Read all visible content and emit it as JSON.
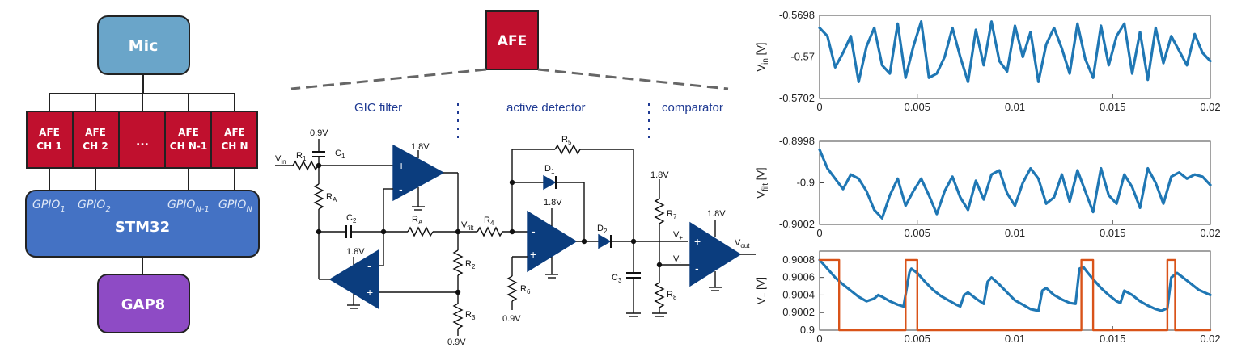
{
  "block_diagram": {
    "mic": "Mic",
    "afe_channels": [
      {
        "line1": "AFE",
        "line2": "CH  1"
      },
      {
        "line1": "AFE",
        "line2": "CH  2"
      },
      {
        "line1": "...",
        "line2": ""
      },
      {
        "line1": "AFE",
        "line2": "CH N-1"
      },
      {
        "line1": "AFE",
        "line2": "CH  N"
      }
    ],
    "gpio_labels": [
      "GPIO",
      "GPIO",
      "GPIO",
      "GPIO"
    ],
    "gpio_subscripts": [
      "1",
      "2",
      "N-1",
      "N"
    ],
    "mcu": "STM32",
    "gap": "GAP8",
    "colors": {
      "mic": "#6aa5c9",
      "afe": "#c0102e",
      "mcu": "#4472c4",
      "gap": "#8e4bc5"
    }
  },
  "circuit": {
    "afe_title": "AFE",
    "sections": [
      "GIC filter",
      "active detector",
      "comparator"
    ],
    "labels": {
      "vin": "V",
      "vin_sub": "in",
      "r1": "R",
      "r1_sub": "1",
      "c1": "C",
      "c1_sub": "1",
      "v09_top": "0.9V",
      "ra1": "R",
      "ra1_sub": "A",
      "ra2": "R",
      "ra2_sub": "A",
      "c2": "C",
      "c2_sub": "2",
      "op1_supply": "1.8V",
      "op2_supply": "1.8V",
      "op3_supply": "1.8V",
      "op4_supply": "1.8V",
      "r2": "R",
      "r2_sub": "2",
      "r3": "R",
      "r3_sub": "3",
      "v09_r3": "0.9V",
      "vfilt": "V",
      "vfilt_sub": "filt",
      "r4": "R",
      "r4_sub": "4",
      "r5": "R",
      "r5_sub": "5",
      "d1": "D",
      "d1_sub": "1",
      "d2": "D",
      "d2_sub": "2",
      "r6": "R",
      "r6_sub": "6",
      "v09_r6": "0.9V",
      "c3": "C",
      "c3_sub": "3",
      "r7": "R",
      "r7_sub": "7",
      "r7_supply": "1.8V",
      "r8": "R",
      "r8_sub": "8",
      "vplus": "V",
      "vplus_sub": "+",
      "vminus": "V",
      "vminus_sub": "-",
      "vout": "V",
      "vout_sub": "out"
    },
    "colors": {
      "opamp": "#0b3d7e",
      "afe": "#c0102e",
      "text": "#1f3a93"
    }
  },
  "chart_data": [
    {
      "type": "line",
      "ylabel": "V",
      "ylabel_sub": "in",
      "ylabel_unit": "[V]",
      "xlim": [
        0,
        0.02
      ],
      "ylim": [
        -0.5702,
        -0.5698
      ],
      "yticks": [
        "-0.5698",
        "-0.57",
        "-0.5702"
      ],
      "xticks": [
        "0",
        "0.005",
        "0.01",
        "0.015",
        "0.02"
      ],
      "series": [
        {
          "color": "#1f77b4",
          "x": [
            0.0,
            0.0004,
            0.0008,
            0.0012,
            0.0016,
            0.002,
            0.0024,
            0.0028,
            0.0032,
            0.0036,
            0.004,
            0.0044,
            0.0048,
            0.0052,
            0.0056,
            0.006,
            0.0064,
            0.0068,
            0.0072,
            0.0076,
            0.008,
            0.0084,
            0.0088,
            0.0092,
            0.0096,
            0.01,
            0.0104,
            0.0108,
            0.0112,
            0.0116,
            0.012,
            0.0124,
            0.0128,
            0.0132,
            0.0136,
            0.014,
            0.0144,
            0.0148,
            0.0152,
            0.0156,
            0.016,
            0.0164,
            0.0168,
            0.0172,
            0.0176,
            0.018,
            0.0184,
            0.0188,
            0.0192,
            0.0196,
            0.02
          ],
          "y": [
            -0.56986,
            -0.5699,
            -0.57005,
            -0.56998,
            -0.5699,
            -0.57012,
            -0.56995,
            -0.56986,
            -0.57004,
            -0.57008,
            -0.56984,
            -0.5701,
            -0.56995,
            -0.56983,
            -0.5701,
            -0.57008,
            -0.57,
            -0.56986,
            -0.57,
            -0.57012,
            -0.56987,
            -0.57004,
            -0.56983,
            -0.57002,
            -0.57007,
            -0.56985,
            -0.57,
            -0.56988,
            -0.57012,
            -0.56994,
            -0.56986,
            -0.56996,
            -0.57008,
            -0.56984,
            -0.57001,
            -0.5701,
            -0.56985,
            -0.57004,
            -0.5699,
            -0.56984,
            -0.57008,
            -0.56988,
            -0.57011,
            -0.56986,
            -0.57003,
            -0.5699,
            -0.56997,
            -0.57004,
            -0.56989,
            -0.56998,
            -0.57002
          ]
        }
      ]
    },
    {
      "type": "line",
      "ylabel": "V",
      "ylabel_sub": "filt",
      "ylabel_unit": "[V]",
      "xlim": [
        0,
        0.02
      ],
      "ylim": [
        -0.9002,
        -0.8998
      ],
      "yticks": [
        "-0.8998",
        "-0.9",
        "-0.9002"
      ],
      "xticks": [
        "0",
        "0.005",
        "0.01",
        "0.015",
        "0.02"
      ],
      "series": [
        {
          "color": "#1f77b4",
          "x": [
            0.0,
            0.0004,
            0.0008,
            0.0012,
            0.0016,
            0.002,
            0.0024,
            0.0028,
            0.0032,
            0.0036,
            0.004,
            0.0044,
            0.0048,
            0.0052,
            0.0056,
            0.006,
            0.0064,
            0.0068,
            0.0072,
            0.0076,
            0.008,
            0.0084,
            0.0088,
            0.0092,
            0.0096,
            0.01,
            0.0104,
            0.0108,
            0.0112,
            0.0116,
            0.012,
            0.0124,
            0.0128,
            0.0132,
            0.0136,
            0.014,
            0.0144,
            0.0148,
            0.0152,
            0.0156,
            0.016,
            0.0164,
            0.0168,
            0.0172,
            0.0176,
            0.018,
            0.0184,
            0.0188,
            0.0192,
            0.0196,
            0.02
          ],
          "y": [
            -0.89984,
            -0.89993,
            -0.89998,
            -0.90003,
            -0.89996,
            -0.89998,
            -0.90004,
            -0.90013,
            -0.90017,
            -0.90006,
            -0.89998,
            -0.90011,
            -0.90004,
            -0.89998,
            -0.90006,
            -0.90015,
            -0.90004,
            -0.89997,
            -0.90007,
            -0.90013,
            -0.89999,
            -0.90008,
            -0.89996,
            -0.89994,
            -0.90005,
            -0.90011,
            -0.9,
            -0.89993,
            -0.89998,
            -0.9001,
            -0.90007,
            -0.89996,
            -0.90009,
            -0.89994,
            -0.90004,
            -0.90014,
            -0.89993,
            -0.90006,
            -0.9001,
            -0.89996,
            -0.90002,
            -0.90012,
            -0.89993,
            -0.9,
            -0.9001,
            -0.89997,
            -0.89995,
            -0.89998,
            -0.89996,
            -0.89997,
            -0.90001
          ]
        }
      ]
    },
    {
      "type": "line",
      "ylabel": "V",
      "ylabel_sub": "+",
      "ylabel_unit": "[V]",
      "xlim": [
        0,
        0.02
      ],
      "ylim": [
        0.9,
        0.9009
      ],
      "yticks": [
        "0.9008",
        "0.9006",
        "0.9004",
        "0.9002",
        "0.9"
      ],
      "xticks": [
        "0",
        "0.005",
        "0.01",
        "0.015",
        "0.02"
      ],
      "series": [
        {
          "color": "#1f77b4",
          "x": [
            0.0,
            0.0004,
            0.0008,
            0.0012,
            0.0016,
            0.002,
            0.0024,
            0.0028,
            0.003,
            0.0032,
            0.0036,
            0.004,
            0.0043,
            0.0046,
            0.0047,
            0.005,
            0.0054,
            0.0058,
            0.0062,
            0.0066,
            0.007,
            0.0072,
            0.0074,
            0.0076,
            0.008,
            0.0084,
            0.0086,
            0.0088,
            0.0092,
            0.0096,
            0.01,
            0.0104,
            0.0108,
            0.0112,
            0.0114,
            0.0116,
            0.012,
            0.0124,
            0.0128,
            0.0131,
            0.0133,
            0.0135,
            0.0137,
            0.014,
            0.0144,
            0.0148,
            0.0152,
            0.0154,
            0.0156,
            0.016,
            0.0164,
            0.0168,
            0.0172,
            0.0175,
            0.0178,
            0.018,
            0.0183,
            0.0186,
            0.019,
            0.0194,
            0.0198,
            0.02
          ],
          "y": [
            0.9008,
            0.9007,
            0.9006,
            0.90052,
            0.90045,
            0.90038,
            0.90033,
            0.90036,
            0.9004,
            0.90038,
            0.90033,
            0.90029,
            0.90027,
            0.90066,
            0.9007,
            0.90065,
            0.90055,
            0.90046,
            0.90039,
            0.90034,
            0.90029,
            0.90027,
            0.9004,
            0.90043,
            0.90036,
            0.9003,
            0.90055,
            0.9006,
            0.90052,
            0.90043,
            0.90034,
            0.90029,
            0.90024,
            0.90022,
            0.90045,
            0.90048,
            0.9004,
            0.90035,
            0.90031,
            0.9003,
            0.9007,
            0.90072,
            0.90066,
            0.90058,
            0.90048,
            0.9004,
            0.90033,
            0.90031,
            0.90045,
            0.9004,
            0.90033,
            0.90028,
            0.90024,
            0.90022,
            0.90025,
            0.9006,
            0.90065,
            0.9006,
            0.90053,
            0.90046,
            0.90042,
            0.9004
          ]
        },
        {
          "color": "#d95319",
          "x": [
            0.0,
            0.001,
            0.001,
            0.0044,
            0.0044,
            0.005,
            0.005,
            0.0134,
            0.0134,
            0.014,
            0.014,
            0.0178,
            0.0178,
            0.0182,
            0.0182,
            0.02
          ],
          "y": [
            0.9008,
            0.9008,
            0.9,
            0.9,
            0.9008,
            0.9008,
            0.9,
            0.9,
            0.9008,
            0.9008,
            0.9,
            0.9,
            0.9008,
            0.9008,
            0.9,
            0.9
          ]
        }
      ]
    }
  ]
}
